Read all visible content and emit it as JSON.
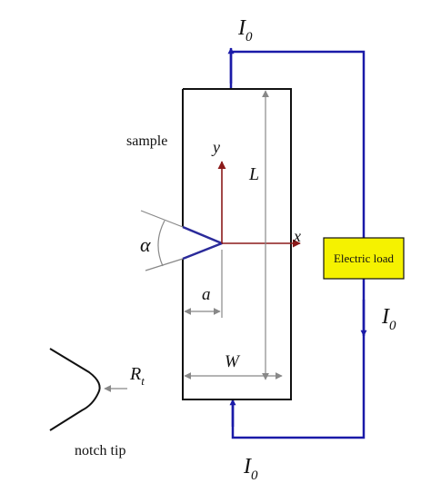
{
  "labels": {
    "sample": "sample",
    "notch_tip": "notch tip",
    "electric_load": "Electric load",
    "current_top": "I",
    "current_top_sub": "0",
    "current_right": "I",
    "current_right_sub": "0",
    "current_bottom": "I",
    "current_bottom_sub": "0",
    "axis_y": "y",
    "axis_x": "x",
    "length": "L",
    "width": "W",
    "crack_length": "a",
    "notch_angle": "α",
    "tip_radius": "R",
    "tip_radius_sub": "t"
  },
  "colors": {
    "wire": "#1a1aa8",
    "axes": "#8b1a1a",
    "load_box": "#f5f200",
    "dimension": "#888888",
    "outline": "#111111"
  }
}
